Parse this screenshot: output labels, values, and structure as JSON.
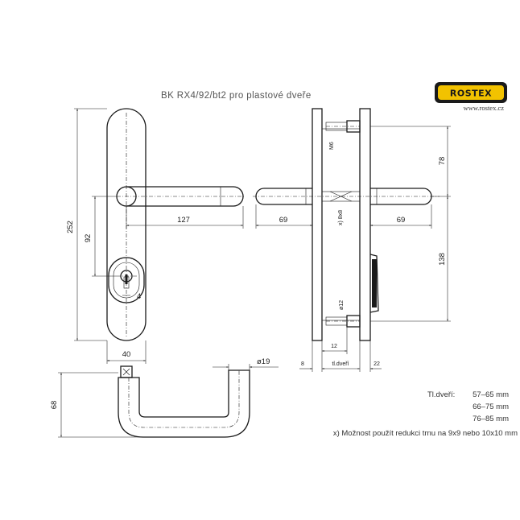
{
  "title": "BK RX4/92/bt2  pro  plastové  dveře",
  "brand": {
    "logo_text": "ROSTEX",
    "url": "www.rostex.cz",
    "logo_color": "#f2c200"
  },
  "front_view": {
    "dim_height": "252",
    "dim_spacing": "92",
    "dim_lever": "127",
    "dim_width": "40",
    "dim_key": "4"
  },
  "side_view": {
    "dim_lever_left": "69",
    "dim_lever_right": "69",
    "dim_top": "78",
    "dim_lower": "138",
    "dim_screw": "M6",
    "dim_spindle": "x) 8x8",
    "dim_hole": "ø12",
    "dim_12": "12",
    "dim_8": "8",
    "dim_22": "22",
    "dim_door": "tl.dveří"
  },
  "lever_view": {
    "dim_height": "68",
    "dim_diameter": "ø19"
  },
  "notes": {
    "door_label": "Tl.dveří:",
    "ranges": [
      "57–65  mm",
      "66–75  mm",
      "76–85  mm"
    ],
    "footnote": "x)  Možnost  použít  redukci  trnu  na  9x9  nebo  10x10  mm"
  }
}
